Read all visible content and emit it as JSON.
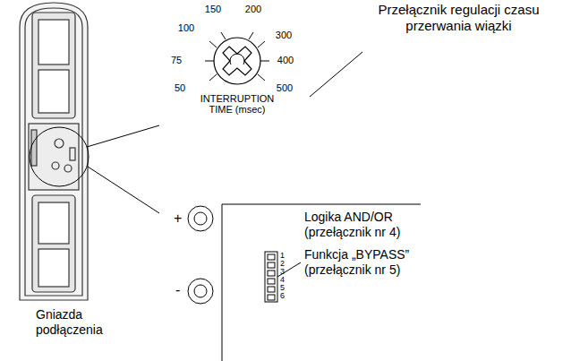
{
  "diagram": {
    "labels": [
      "Przełącznik regulacji czasu przerwania wiązki",
      "150",
      "200",
      "100",
      "300",
      "75",
      "400",
      "50",
      "500",
      "INTERRUPTION TIME (msec)",
      "Logika AND/OR (przełącznik nr 4)",
      "Funkcja „BYPASS” (przełącznik nr 5)",
      "+",
      "-",
      "1",
      "2",
      "3",
      "4",
      "5",
      "6",
      "Gniazda podłączenia"
    ]
  }
}
